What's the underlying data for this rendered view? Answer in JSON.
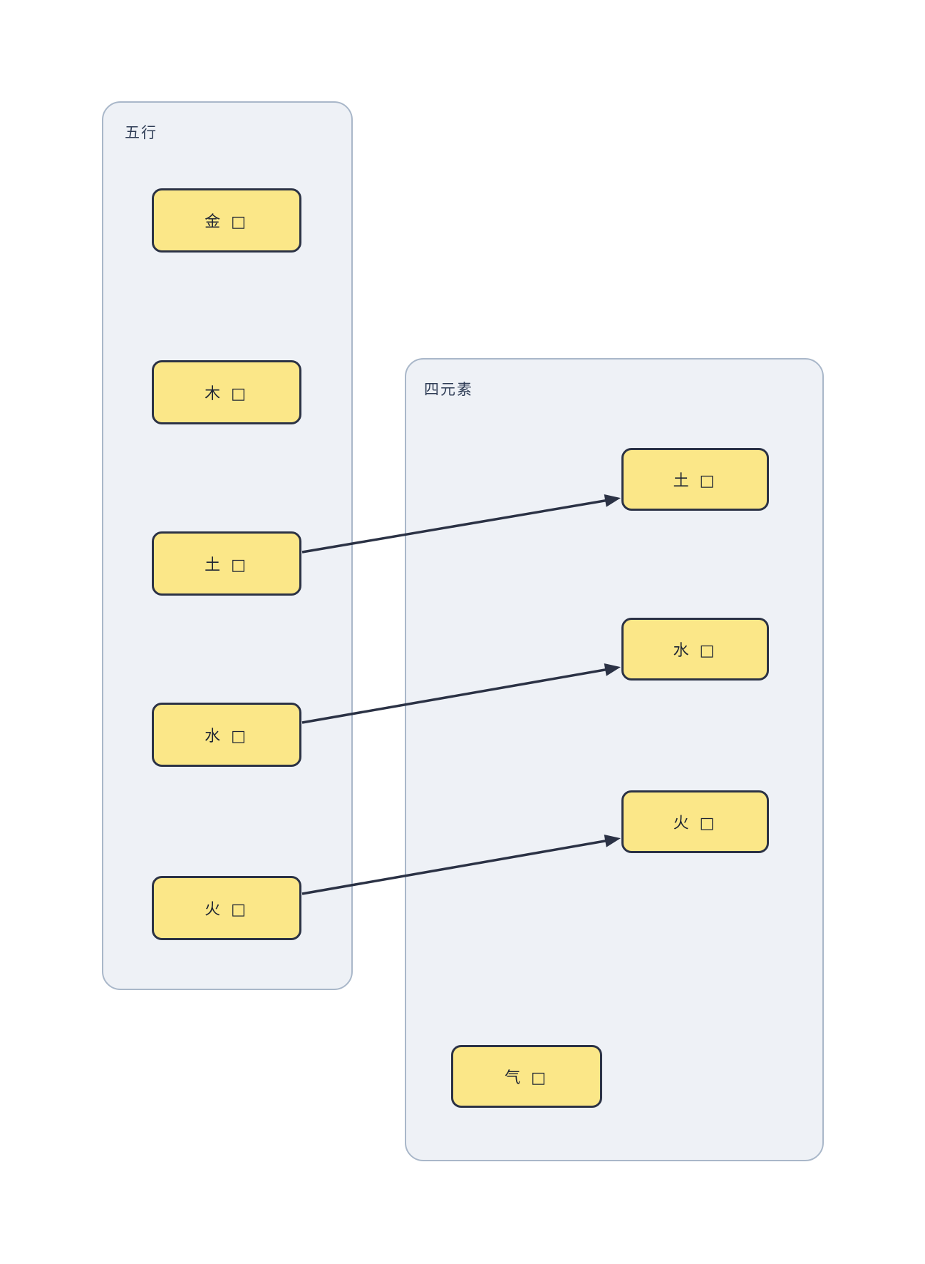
{
  "diagram": {
    "background_color": "#ffffff",
    "groups": [
      {
        "id": "wuxing",
        "label": "五行",
        "nodes": [
          {
            "id": "jin",
            "label": "金 □"
          },
          {
            "id": "mu",
            "label": "木 □"
          },
          {
            "id": "tu",
            "label": "土 □"
          },
          {
            "id": "shui",
            "label": "水 □"
          },
          {
            "id": "huo",
            "label": "火 □"
          }
        ]
      },
      {
        "id": "sielements",
        "label": "四元素",
        "nodes": [
          {
            "id": "tu",
            "label": "土 □"
          },
          {
            "id": "shui",
            "label": "水 □"
          },
          {
            "id": "huo",
            "label": "火 □"
          },
          {
            "id": "qi",
            "label": "气 □"
          }
        ]
      }
    ],
    "edges": [
      {
        "from": "五行/土",
        "to": "四元素/土"
      },
      {
        "from": "五行/水",
        "to": "四元素/水"
      },
      {
        "from": "五行/火",
        "to": "四元素/火"
      }
    ],
    "colors": {
      "node_fill": "#fbe788",
      "node_border": "#2b3245",
      "group_fill": "#eef1f6",
      "group_border": "#a9b7c9",
      "edge": "#2b3245",
      "node_text": "#1d2433",
      "group_label_text": "#2e3c55"
    }
  }
}
